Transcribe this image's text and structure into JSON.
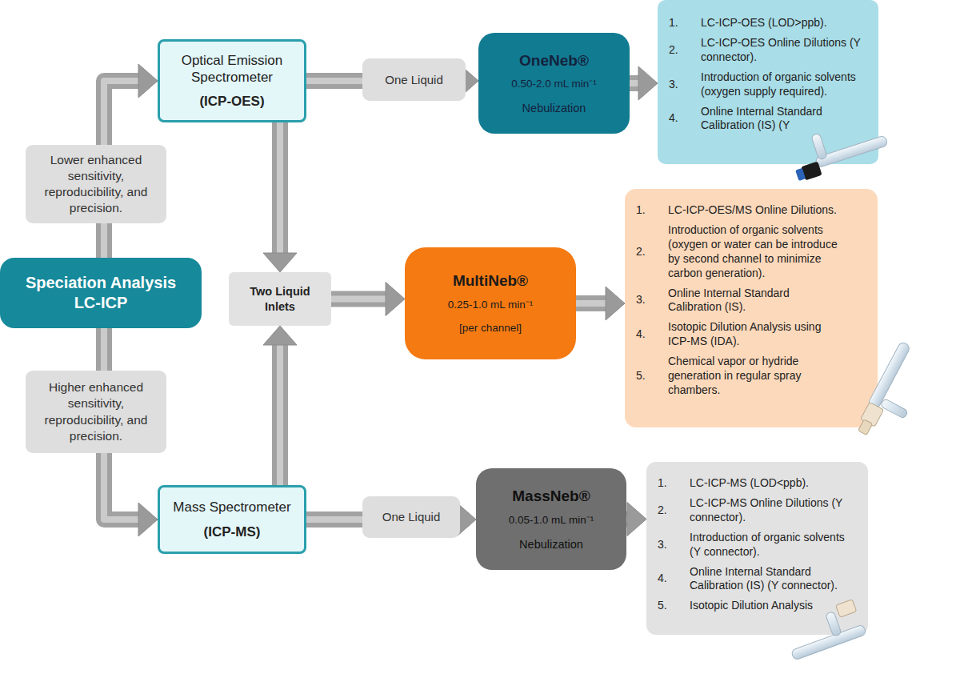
{
  "diagram": {
    "nodes": [
      {
        "text": [
          "Speciation Analysis LC-ICP"
        ]
      },
      {
        "text": [
          "Optical Emission Spectrometer",
          "(ICP-OES)"
        ]
      },
      {
        "text": [
          "OneNeb®",
          "0.50-2.0 mL min⁻¹",
          "Nebulization"
        ]
      },
      {
        "text": [
          "1.",
          "LC-ICP-OES (LOD>ppb).",
          "2.",
          "LC-ICP-OES Online Dilutions (Y connector).",
          "3.",
          "Introduction of organic solvents (oxygen supply required).",
          "4.",
          "Online Internal Standard Calibration (IS) (Y"
        ]
      },
      {
        "text": [
          "Two Liquid Inlets"
        ]
      },
      {
        "text": [
          "MultiNeb®",
          "0.25-1.0 mL min⁻¹",
          "[per channel]"
        ]
      },
      {
        "text": [
          "1.",
          "LC-ICP-OES/MS Online Dilutions.",
          "2.",
          "Introduction of organic solvents (oxygen or water can be introduce by second channel to minimize carbon generation).",
          "3.",
          "Online Internal Standard Calibration (IS).",
          "4.",
          "Isotopic Dilution Analysis using ICP-MS (IDA).",
          "5.",
          "Chemical vapor or hydride generation in regular spray chambers."
        ]
      },
      {
        "text": [
          "Mass Spectrometer",
          "(ICP-MS)"
        ]
      },
      {
        "text": [
          "MassNeb®",
          "0.05-1.0 mL min⁻¹",
          "Nebulization"
        ]
      },
      {
        "text": [
          "1.",
          "LC-ICP-MS (LOD<ppb).",
          "2.",
          "LC-ICP-MS Online Dilutions (Y connector).",
          "3.",
          "Introduction of organic solvents (Y connector).",
          "4.",
          "Online Internal Standard Calibration (IS) (Y connector).",
          "5.",
          "Isotopic Dilution Analysis"
        ]
      }
    ],
    "edges": [
      {
        "from": 0,
        "to": 1,
        "arrow": "to",
        "label": "Lower enhanced sensitivity, reproducibility, and precision."
      },
      {
        "from": 0,
        "to": 7,
        "arrow": "to",
        "label": "Higher enhanced sensitivity, reproducibility, and precision."
      },
      {
        "from": 1,
        "to": 2,
        "arrow": "to",
        "label": "One Liquid"
      },
      {
        "from": 2,
        "to": 3,
        "arrow": "to"
      },
      {
        "from": 1,
        "to": 4,
        "arrow": "to"
      },
      {
        "from": 7,
        "to": 4,
        "arrow": "to"
      },
      {
        "from": 4,
        "to": 5,
        "arrow": "to"
      },
      {
        "from": 5,
        "to": 6,
        "arrow": "to"
      },
      {
        "from": 7,
        "to": 8,
        "arrow": "to",
        "label": "One Liquid"
      },
      {
        "from": 8,
        "to": 9,
        "arrow": "to"
      }
    ]
  }
}
